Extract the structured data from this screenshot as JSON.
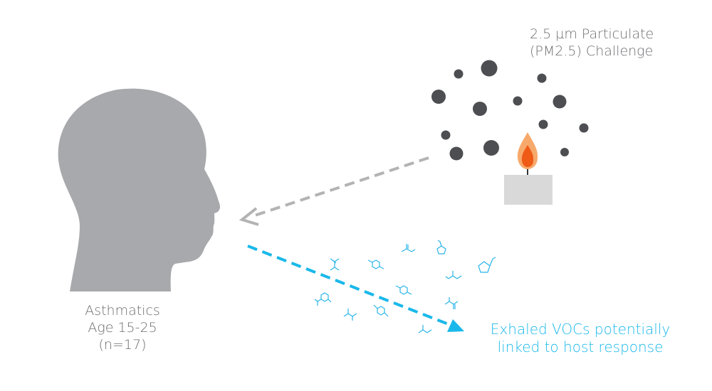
{
  "labels": {
    "particulate_line1": "2.5 µm Particulate",
    "particulate_line2": "(PM2.5) Challenge",
    "subject_line1": "Asthmatics",
    "subject_line2": "Age 15-25",
    "subject_line3": "(n=17)",
    "vocs_line1": "Exhaled VOCs potentially",
    "vocs_line2": "linked to host response"
  },
  "colors": {
    "head": "#a7a9ac",
    "particle": "#4d4e51",
    "inhaled_arrow": "#b3b3b3",
    "exhaled_arrow": "#1ab8ea",
    "molecule": "#29b5e8",
    "candle": "#d9d9d9",
    "flame_outer": "#f7a96c",
    "flame_inner": "#ef5a17",
    "wick": "#333333"
  },
  "icons": {
    "subject": "human-head-profile-icon",
    "source": "candle-icon",
    "particles": "particulate-cluster-icon",
    "vocs": "molecule-structure-icons"
  }
}
